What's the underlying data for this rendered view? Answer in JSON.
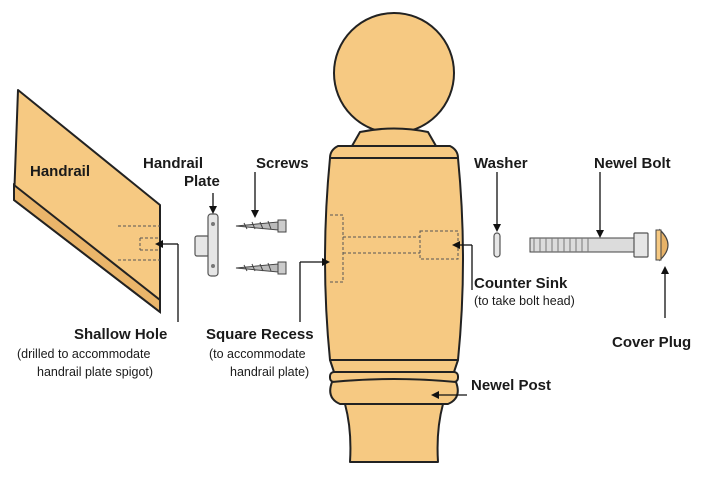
{
  "labels": {
    "handrail": "Handrail",
    "handrail_plate_line1": "Handrail",
    "handrail_plate_line2": "Plate",
    "screws": "Screws",
    "washer": "Washer",
    "newel_bolt": "Newel Bolt",
    "counter_sink": "Counter Sink",
    "counter_sink_note": "(to take bolt head)",
    "cover_plug": "Cover Plug",
    "shallow_hole": "Shallow Hole",
    "shallow_hole_note1": "(drilled to accommodate",
    "shallow_hole_note2": "handrail plate spigot)",
    "square_recess": "Square Recess",
    "square_recess_note1": "(to accommodate",
    "square_recess_note2": "handrail plate)",
    "newel_post": "Newel Post"
  },
  "colors": {
    "wood": "#f6c982",
    "wood_shade": "#eab56a",
    "outline": "#222222",
    "metal": "#e6e6e6"
  }
}
